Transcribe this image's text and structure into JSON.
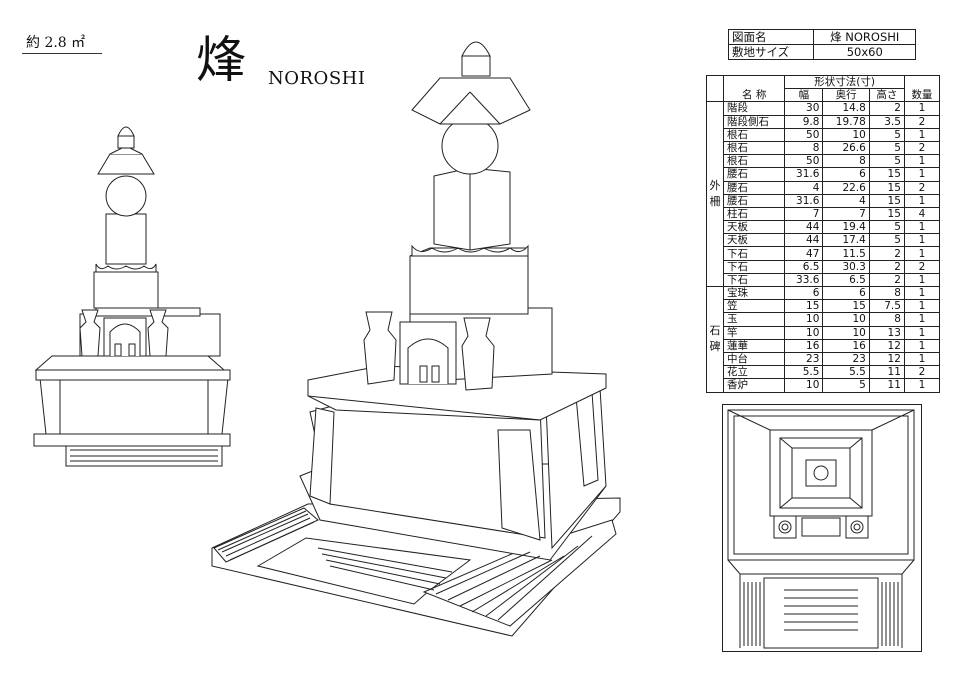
{
  "header": {
    "area_label": "約 2.8 ㎡",
    "title_kanji": "烽",
    "title_roman": "NOROSHI"
  },
  "info_table": {
    "rows": [
      {
        "label": "図面名",
        "value": "烽 NOROSHI"
      },
      {
        "label": "敷地サイズ",
        "value": "50x60"
      }
    ]
  },
  "dim_table": {
    "header_group": "形状寸法(寸)",
    "name_header": "名 称",
    "col_width": "幅",
    "col_depth": "奥行",
    "col_height": "高さ",
    "col_qty": "数量",
    "group_outer": [
      "外",
      "柵"
    ],
    "group_stone": [
      "石",
      "碑"
    ],
    "outer_rows": [
      {
        "name": "階段",
        "w": "30",
        "d": "14.8",
        "h": "2",
        "q": "1"
      },
      {
        "name": "階段側石",
        "w": "9.8",
        "d": "19.78",
        "h": "3.5",
        "q": "2"
      },
      {
        "name": "根石",
        "w": "50",
        "d": "10",
        "h": "5",
        "q": "1"
      },
      {
        "name": "根石",
        "w": "8",
        "d": "26.6",
        "h": "5",
        "q": "2"
      },
      {
        "name": "根石",
        "w": "50",
        "d": "8",
        "h": "5",
        "q": "1"
      },
      {
        "name": "腰石",
        "w": "31.6",
        "d": "6",
        "h": "15",
        "q": "1"
      },
      {
        "name": "腰石",
        "w": "4",
        "d": "22.6",
        "h": "15",
        "q": "2"
      },
      {
        "name": "腰石",
        "w": "31.6",
        "d": "4",
        "h": "15",
        "q": "1"
      },
      {
        "name": "柱石",
        "w": "7",
        "d": "7",
        "h": "15",
        "q": "4"
      },
      {
        "name": "天板",
        "w": "44",
        "d": "19.4",
        "h": "5",
        "q": "1"
      },
      {
        "name": "天板",
        "w": "44",
        "d": "17.4",
        "h": "5",
        "q": "1"
      },
      {
        "name": "下石",
        "w": "47",
        "d": "11.5",
        "h": "2",
        "q": "1"
      },
      {
        "name": "下石",
        "w": "6.5",
        "d": "30.3",
        "h": "2",
        "q": "2"
      },
      {
        "name": "下石",
        "w": "33.6",
        "d": "6.5",
        "h": "2",
        "q": "1"
      }
    ],
    "stone_rows": [
      {
        "name": "宝珠",
        "w": "6",
        "d": "6",
        "h": "8",
        "q": "1"
      },
      {
        "name": "笠",
        "w": "15",
        "d": "15",
        "h": "7.5",
        "q": "1"
      },
      {
        "name": "玉",
        "w": "10",
        "d": "10",
        "h": "8",
        "q": "1"
      },
      {
        "name": "竿",
        "w": "10",
        "d": "10",
        "h": "13",
        "q": "1"
      },
      {
        "name": "蓮華",
        "w": "16",
        "d": "16",
        "h": "12",
        "q": "1"
      },
      {
        "name": "中台",
        "w": "23",
        "d": "23",
        "h": "12",
        "q": "1"
      },
      {
        "name": "花立",
        "w": "5.5",
        "d": "5.5",
        "h": "11",
        "q": "2"
      },
      {
        "name": "香炉",
        "w": "10",
        "d": "5",
        "h": "11",
        "q": "1"
      }
    ]
  }
}
